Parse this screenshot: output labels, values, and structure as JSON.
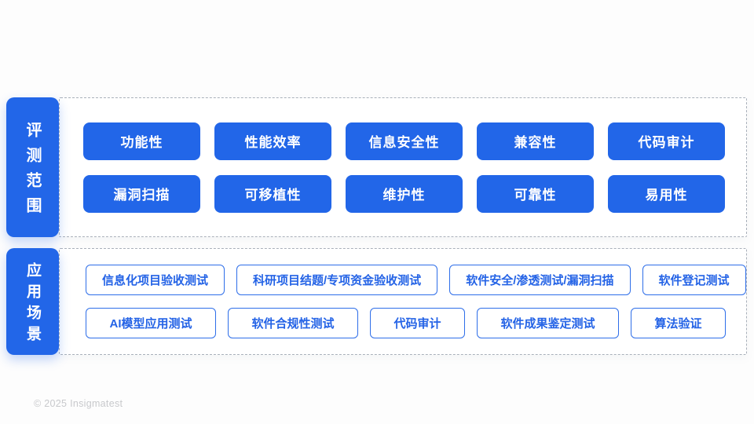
{
  "sections": [
    {
      "name": "evaluation-scope",
      "label": "评测范围",
      "rows": [
        [
          "功能性",
          "性能效率",
          "信息安全性",
          "兼容性",
          "代码审计"
        ],
        [
          "漏洞扫描",
          "可移植性",
          "维护性",
          "可靠性",
          "易用性"
        ]
      ]
    },
    {
      "name": "application-scenarios",
      "label": "应用场景",
      "rows": [
        [
          "信息化项目验收测试",
          "科研项目结题/专项资金验收测试",
          "软件安全/渗透测试/漏洞扫描",
          "软件登记测试"
        ],
        [
          "AI模型应用测试",
          "软件合规性测试",
          "代码审计",
          "软件成果鉴定测试",
          "算法验证"
        ]
      ]
    }
  ],
  "footer": {
    "copyright": "© 2025 Insigmatest"
  },
  "colors": {
    "primary_blue": "#2266e8",
    "outline_border_blue": "#2e6ee9",
    "outline_text_blue": "#2463e6",
    "dashed_border_gray": "#a9b0ba",
    "footer_text_gray": "#c8c9cc",
    "panel_background": "#ffffff"
  }
}
